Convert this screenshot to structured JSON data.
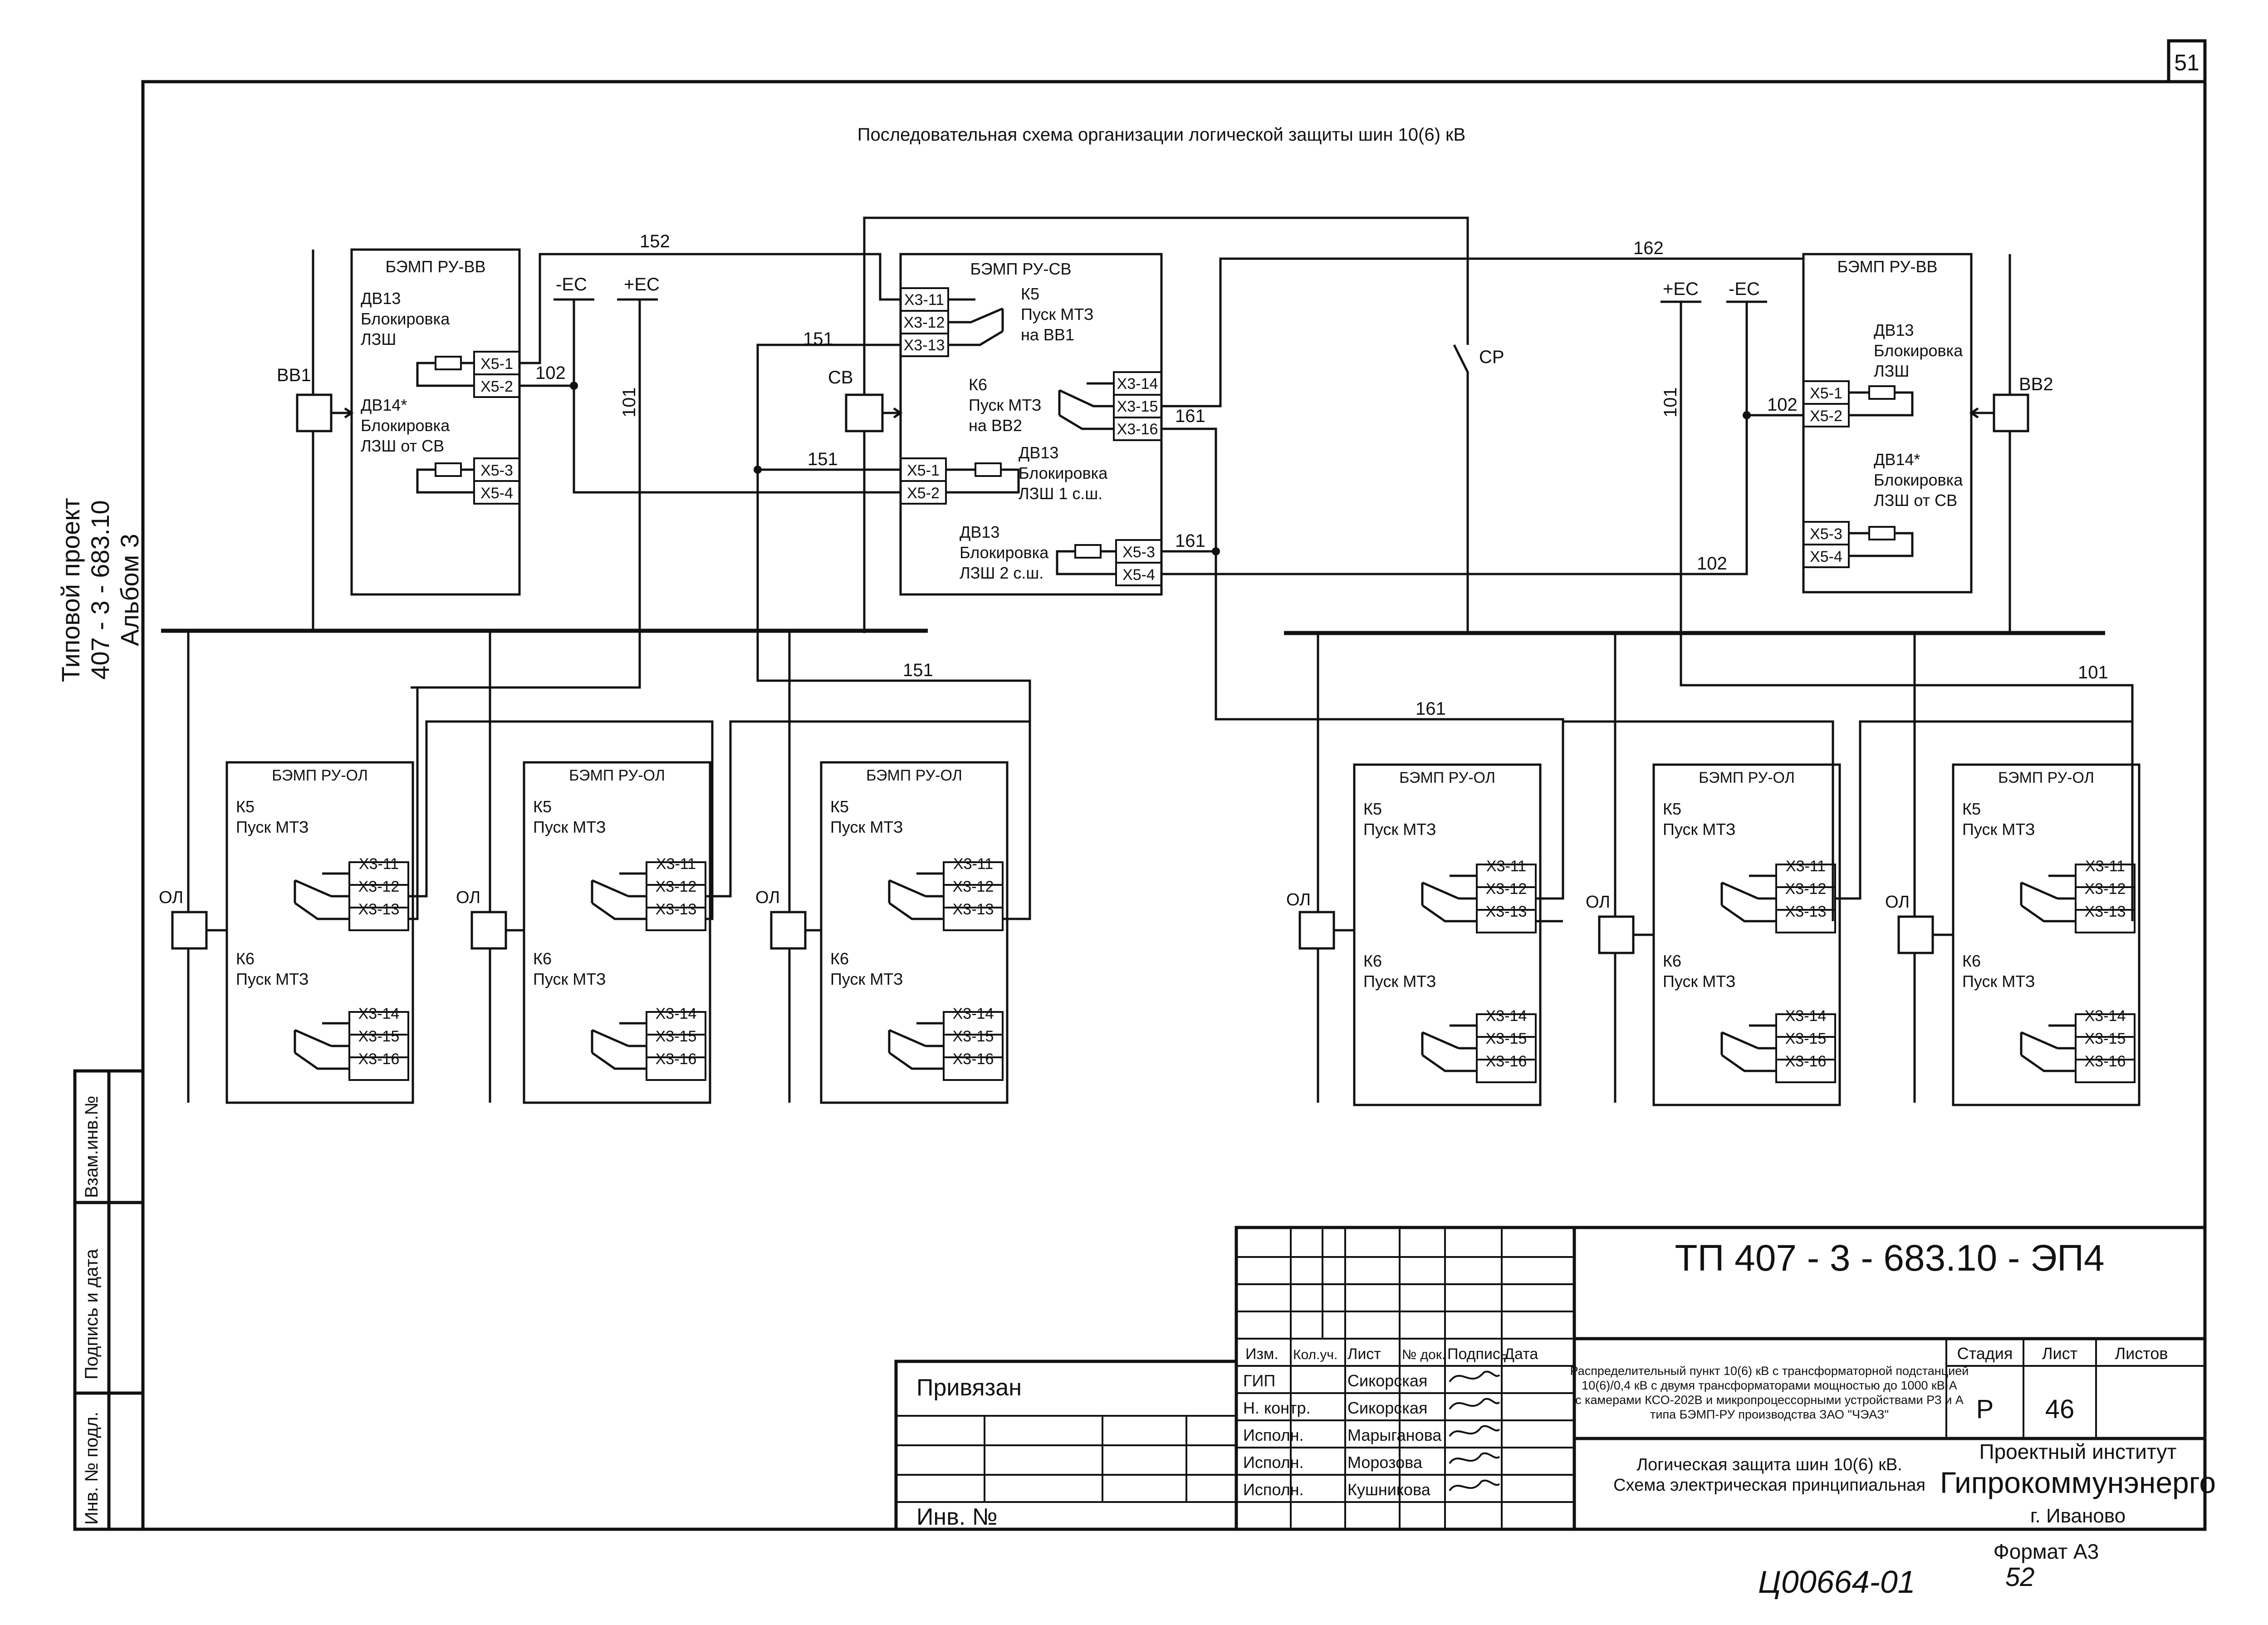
{
  "sheet_number": "51",
  "title": "Последовательная схема организации логической защиты шин 10(6) кВ",
  "side_stamp": {
    "line1": "Типовой проект",
    "line2": "407 - 3 - 683.10",
    "line3": "Альбом  3"
  },
  "side_table": [
    "Взам.инв.№",
    "Подпись и дата",
    "Инв. № подл."
  ],
  "power": {
    "minus": "-ЕС",
    "plus": "+ЕС"
  },
  "wires": {
    "w152": "152",
    "w162": "162",
    "w151": "151",
    "w161": "161",
    "w102": "102",
    "w101": "101"
  },
  "devices": {
    "vv1": "ВВ1",
    "vv2": "ВВ2",
    "sv": "СВ",
    "sr": "СР",
    "ol": "ОЛ"
  },
  "ru_vv": {
    "title": "БЭМП РУ-ВВ",
    "dv13": [
      "ДВ13",
      "Блокировка",
      "ЛЗШ"
    ],
    "dv14": [
      "ДВ14*",
      "Блокировка",
      "ЛЗШ от СВ"
    ],
    "terms": [
      "Х5-1",
      "Х5-2",
      "Х5-3",
      "Х5-4"
    ]
  },
  "ru_sv": {
    "title": "БЭМП РУ-СВ",
    "k5": [
      "К5",
      "Пуск МТЗ",
      "на ВВ1"
    ],
    "k6": [
      "К6",
      "Пуск МТЗ",
      "на ВВ2"
    ],
    "dv13a": [
      "ДВ13",
      "Блокировка",
      "ЛЗШ 1 с.ш."
    ],
    "dv13b": [
      "ДВ13",
      "Блокировка",
      "ЛЗШ 2 с.ш."
    ],
    "x3": [
      "Х3-11",
      "Х3-12",
      "Х3-13",
      "Х3-14",
      "Х3-15",
      "Х3-16"
    ],
    "x5": [
      "Х5-1",
      "Х5-2",
      "Х5-3",
      "Х5-4"
    ]
  },
  "ru_ol": {
    "title": "БЭМП РУ-ОЛ",
    "k5": [
      "К5",
      "Пуск МТЗ"
    ],
    "k6": [
      "К6",
      "Пуск МТЗ"
    ],
    "x3": [
      "Х3-11",
      "Х3-12",
      "Х3-13",
      "Х3-14",
      "Х3-15",
      "Х3-16"
    ]
  },
  "stamp": {
    "code": "ТП  407 - 3 - 683.10 - ЭП4",
    "privyazan": "Привязан",
    "inv": "Инв. №",
    "cols": [
      "Изм.",
      "Кол.уч.",
      "Лист",
      "№ док.",
      "Подпись",
      "Дата"
    ],
    "roles": [
      "ГИП",
      "Н. контр.",
      "Исполн.",
      "Исполн.",
      "Исполн."
    ],
    "names": [
      "Сикорская",
      "Сикорская",
      "Марыганова",
      "Морозова",
      "Кушникова"
    ],
    "desc": [
      "Распределительный пункт 10(6) кВ с трансформаторной подстанцией",
      "10(6)/0,4 кВ с двумя трансформаторами мощностью до 1000 кВ·А",
      "с камерами КСО-202В и микропроцессорными устройствами РЗ и А",
      "типа БЭМП-РУ производства ЗАО \"ЧЭАЗ\""
    ],
    "sheet_title": [
      "Логическая защита шин 10(6) кВ.",
      "Схема электрическая принципиальная"
    ],
    "stage_h": "Стадия",
    "list_h": "Лист",
    "lists_h": "Листов",
    "stage": "Р",
    "list": "46",
    "org1": "Проектный институт",
    "org2": "Гипрокоммунэнерго",
    "org3": "г. Иваново"
  },
  "format": "Формат А3",
  "handwritten_code": "Ц00664-01",
  "handwritten_num": "52"
}
